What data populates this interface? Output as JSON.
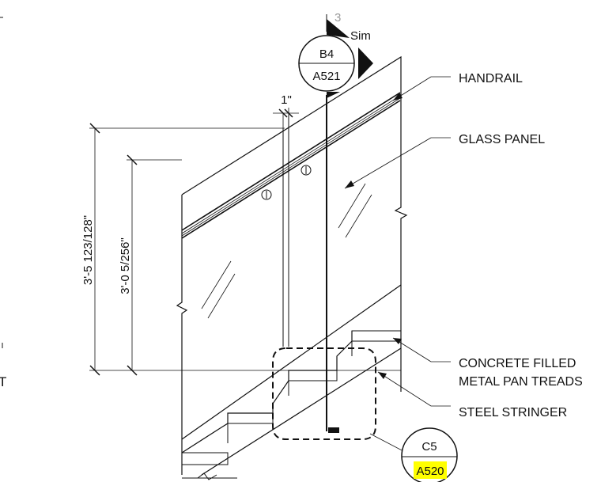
{
  "section_marker": {
    "detail": "B4",
    "sheet": "A521",
    "number": "3",
    "note": "Sim"
  },
  "callout_marker": {
    "detail": "C5",
    "sheet": "A520",
    "sheet_highlight_color": "#ffff00"
  },
  "dimensions": {
    "post_gap": "1\"",
    "overall_height": "3'-5 123/128\"",
    "glass_height": "3'-0 5/256\""
  },
  "labels": {
    "handrail": "HANDRAIL",
    "glass_panel": "GLASS PANEL",
    "treads_line1": "CONCRETE FILLED",
    "treads_line2": "METAL PAN TREADS",
    "stringer": "STEEL STRINGER"
  },
  "edge_text": {
    "left_fragment": "T"
  }
}
